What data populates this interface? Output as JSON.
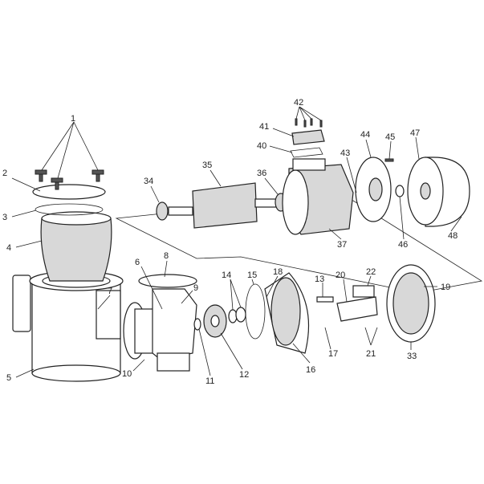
{
  "labels": {
    "n1": "1",
    "n2": "2",
    "n3": "3",
    "n4": "4",
    "n5": "5",
    "n6": "6",
    "n7": "7",
    "n8": "8",
    "n9": "9",
    "n10": "10",
    "n11": "11",
    "n12": "12",
    "n13": "13",
    "n14": "14",
    "n15": "15",
    "n16": "16",
    "n17": "17",
    "n18": "18",
    "n19": "19",
    "n20": "20",
    "n21": "21",
    "n22": "22",
    "n33": "33",
    "n34": "34",
    "n35": "35",
    "n36": "36",
    "n37": "37",
    "n40": "40",
    "n41": "41",
    "n42": "42",
    "n43": "43",
    "n44": "44",
    "n45": "45",
    "n46": "46",
    "n47": "47",
    "n48": "48"
  }
}
